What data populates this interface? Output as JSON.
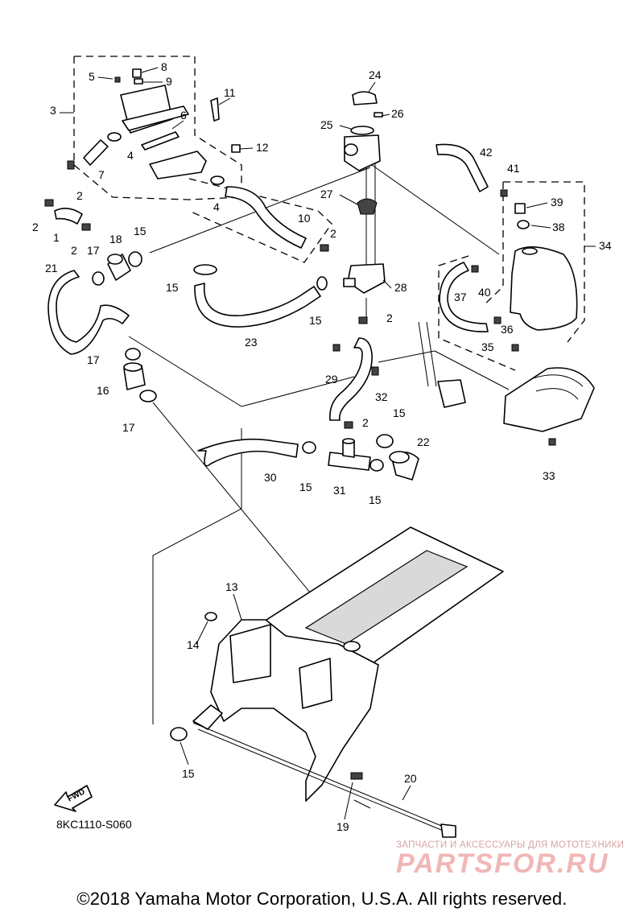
{
  "diagram": {
    "code": "8KC1110-S060",
    "fwd_label": "FWD",
    "callouts": [
      "1",
      "2",
      "3",
      "4",
      "5",
      "6",
      "7",
      "8",
      "9",
      "10",
      "11",
      "12",
      "13",
      "14",
      "15",
      "16",
      "17",
      "18",
      "19",
      "20",
      "21",
      "22",
      "23",
      "24",
      "25",
      "26",
      "27",
      "28",
      "29",
      "30",
      "31",
      "32",
      "33",
      "34",
      "35",
      "36",
      "37",
      "38",
      "39",
      "40",
      "41",
      "42"
    ]
  },
  "watermark": {
    "subtitle": "ЗАПЧАСТИ И АКСЕССУАРЫ ДЛЯ МОТОТЕХНИКИ",
    "brand": "PARTSFOR.RU"
  },
  "copyright": "©2018 Yamaha Motor Corporation, U.S.A. All rights reserved."
}
